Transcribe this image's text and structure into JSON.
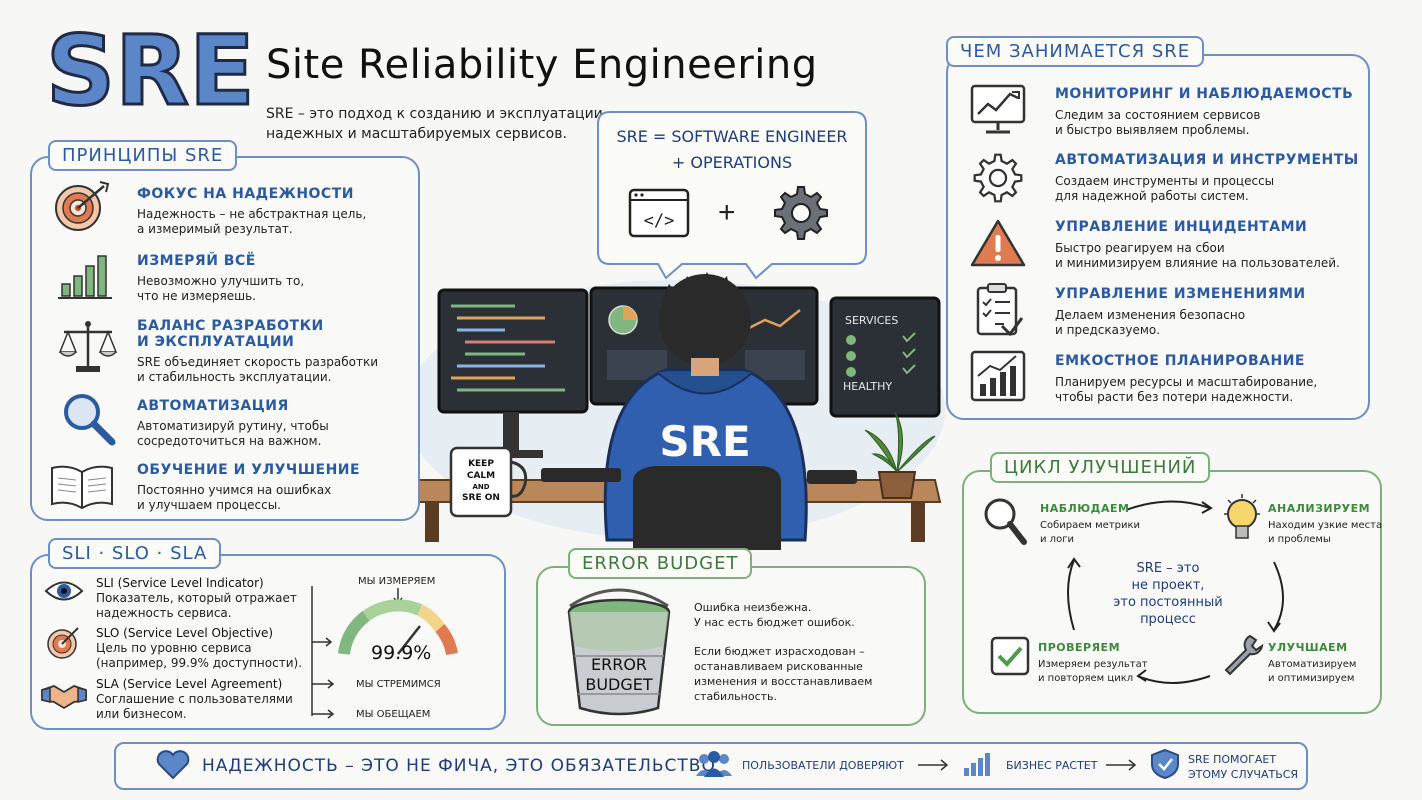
{
  "header": {
    "logo": "SRE",
    "title": "Site Reliability Engineering",
    "subtitle_l1": "SRE – это подход к созданию и эксплуатации",
    "subtitle_l2": "надежных и масштабируемых сервисов."
  },
  "formula": {
    "line1": "SRE = SOFTWARE ENGINEER",
    "line2": "+ OPERATIONS"
  },
  "principles": {
    "tag": "ПРИНЦИПЫ SRE",
    "items": [
      {
        "title": "ФОКУС НА НАДЕЖНОСТИ",
        "l1": "Надежность – не абстрактная цель,",
        "l2": "а измеримый результат.",
        "icon": "target-icon"
      },
      {
        "title": "ИЗМЕРЯЙ ВСЁ",
        "l1": "Невозможно улучшить то,",
        "l2": "что не измеряешь.",
        "icon": "bar-chart-icon"
      },
      {
        "title": "БАЛАНС РАЗРАБОТКИ",
        "title2": "И ЭКСПЛУАТАЦИИ",
        "l1": "SRE объединяет скорость разработки",
        "l2": "и стабильность эксплуатации.",
        "icon": "scales-icon"
      },
      {
        "title": "АВТОМАТИЗАЦИЯ",
        "l1": "Автоматизируй рутину, чтобы",
        "l2": "сосредоточиться на важном.",
        "icon": "magnifier-icon"
      },
      {
        "title": "ОБУЧЕНИЕ И УЛУЧШЕНИЕ",
        "l1": "Постоянно учимся на ошибках",
        "l2": "и улучшаем процессы.",
        "icon": "book-icon"
      }
    ]
  },
  "what": {
    "tag": "ЧЕМ ЗАНИМАЕТСЯ SRE",
    "items": [
      {
        "title": "МОНИТОРИНГ И НАБЛЮДАЕМОСТЬ",
        "l1": "Следим за состоянием сервисов",
        "l2": "и быстро выявляем проблемы.",
        "icon": "monitor-chart-icon"
      },
      {
        "title": "АВТОМАТИЗАЦИЯ И ИНСТРУМЕНТЫ",
        "l1": "Создаем инструменты и процессы",
        "l2": "для надежной работы систем.",
        "icon": "gear-icon"
      },
      {
        "title": "УПРАВЛЕНИЕ ИНЦИДЕНТАМИ",
        "l1": "Быстро реагируем на сбои",
        "l2": "и минимизируем влияние на пользователей.",
        "icon": "warning-icon"
      },
      {
        "title": "УПРАВЛЕНИЕ ИЗМЕНЕНИЯМИ",
        "l1": "Делаем изменения безопасно",
        "l2": "и предсказуемо.",
        "icon": "checklist-icon"
      },
      {
        "title": "ЕМКОСТНОЕ ПЛАНИРОВАНИЕ",
        "l1": "Планируем ресурсы и масштабирование,",
        "l2": "чтобы расти без потери надежности.",
        "icon": "growth-chart-icon"
      }
    ]
  },
  "sli": {
    "tag": "SLI · SLO · SLA",
    "items": [
      {
        "title": "SLI (Service Level Indicator)",
        "l1": "Показатель, который отражает",
        "l2": "надежность сервиса.",
        "icon": "eye-icon"
      },
      {
        "title": "SLO (Service Level Objective)",
        "l1": "Цель по уровню сервиса",
        "l2": "(например, 99.9% доступности).",
        "icon": "target-icon"
      },
      {
        "title": "SLA (Service Level Agreement)",
        "l1": "Соглашение с пользователями",
        "l2": "или бизнесом.",
        "icon": "handshake-icon"
      }
    ],
    "measure": "МЫ ИЗМЕРЯЕМ",
    "gauge_value": "99.9%",
    "strive": "МЫ СТРЕМИМСЯ",
    "promise": "МЫ ОБЕЩАЕМ"
  },
  "error_budget": {
    "tag": "ERROR BUDGET",
    "bucket_l1": "ERROR",
    "bucket_l2": "BUDGET",
    "p1_l1": "Ошибка неизбежна.",
    "p1_l2": "У нас есть бюджет ошибок.",
    "p2_l1": "Если бюджет израсходован –",
    "p2_l2": "останавливаем рискованные",
    "p2_l3": "изменения и восстанавливаем",
    "p2_l4": "стабильность."
  },
  "cycle": {
    "tag": "ЦИКЛ УЛУЧШЕНИЙ",
    "center_l1": "SRE – это",
    "center_l2": "не проект,",
    "center_l3": "это постоянный",
    "center_l4": "процесс",
    "steps": [
      {
        "title": "НАБЛЮДАЕМ",
        "l1": "Собираем метрики",
        "l2": "и логи",
        "icon": "magnifier-icon"
      },
      {
        "title": "АНАЛИЗИРУЕМ",
        "l1": "Находим узкие места",
        "l2": "и проблемы",
        "icon": "lightbulb-icon"
      },
      {
        "title": "УЛУЧШАЕМ",
        "l1": "Автоматизируем",
        "l2": "и оптимизируем",
        "icon": "wrench-icon"
      },
      {
        "title": "ПРОВЕРЯЕМ",
        "l1": "Измеряем результат",
        "l2": "и повторяем цикл",
        "icon": "check-icon"
      }
    ]
  },
  "illustration": {
    "screen_services": "SERVICES",
    "screen_healthy": "HEALTHY",
    "mug_l1": "KEEP",
    "mug_l2": "CALM",
    "mug_l3": "AND",
    "mug_l4": "SRE ON",
    "hoodie": "SRE"
  },
  "footer": {
    "slogan": "НАДЕЖНОСТЬ – ЭТО НЕ ФИЧА, ЭТО ОБЯЗАТЕЛЬСТВО",
    "trust": "ПОЛЬЗОВАТЕЛИ ДОВЕРЯЮТ",
    "grow": "БИЗНЕС РАСТЕТ",
    "help_l1": "SRE ПОМОГАЕТ",
    "help_l2": "ЭТОМУ СЛУЧАТЬСЯ"
  },
  "colors": {
    "blue": "#2c5aa0",
    "green": "#3d8a3d",
    "orange": "#d96a3a"
  }
}
